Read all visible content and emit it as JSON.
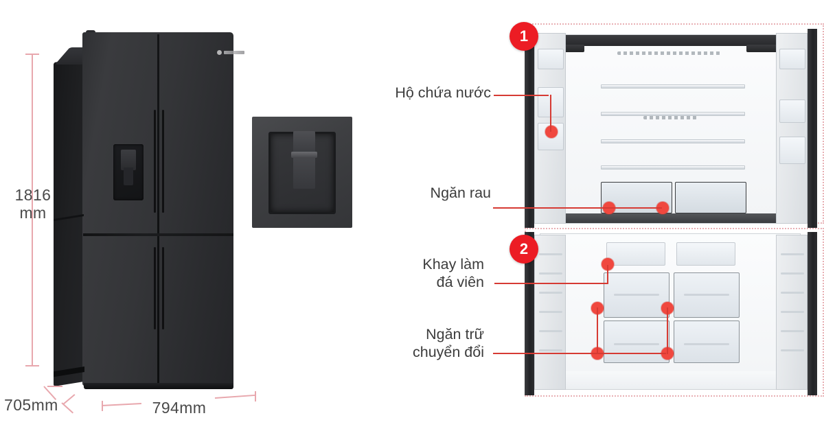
{
  "page": {
    "background_color": "#ffffff",
    "accent_red": "#ec1c24",
    "dimension_line_color": "#e8a7ad",
    "leader_line_color": "#d63a33",
    "text_color": "#3c3c3c"
  },
  "product": {
    "type": "multi-door-refrigerator",
    "brand_logo": "casper-logo",
    "body_color": "#2f3033",
    "dispenser": "water-dispenser"
  },
  "dimensions": {
    "height": "1816\nmm",
    "height_value": 1816,
    "width": "794mm",
    "width_value": 794,
    "depth": "705mm",
    "depth_value": 705,
    "unit": "mm"
  },
  "badges": [
    {
      "number": "1",
      "section": "refrigerator-compartment"
    },
    {
      "number": "2",
      "section": "freezer-compartment"
    }
  ],
  "callouts": [
    {
      "id": "water-tank",
      "label": "Hộ chứa nước",
      "section": "1"
    },
    {
      "id": "vegetable-drawer",
      "label": "Ngăn rau",
      "section": "1"
    },
    {
      "id": "ice-tray",
      "label": "Khay làm\nđá viên",
      "section": "2"
    },
    {
      "id": "convertible-zone",
      "label": "Ngăn trữ\nchuyển đổi",
      "section": "2"
    }
  ]
}
